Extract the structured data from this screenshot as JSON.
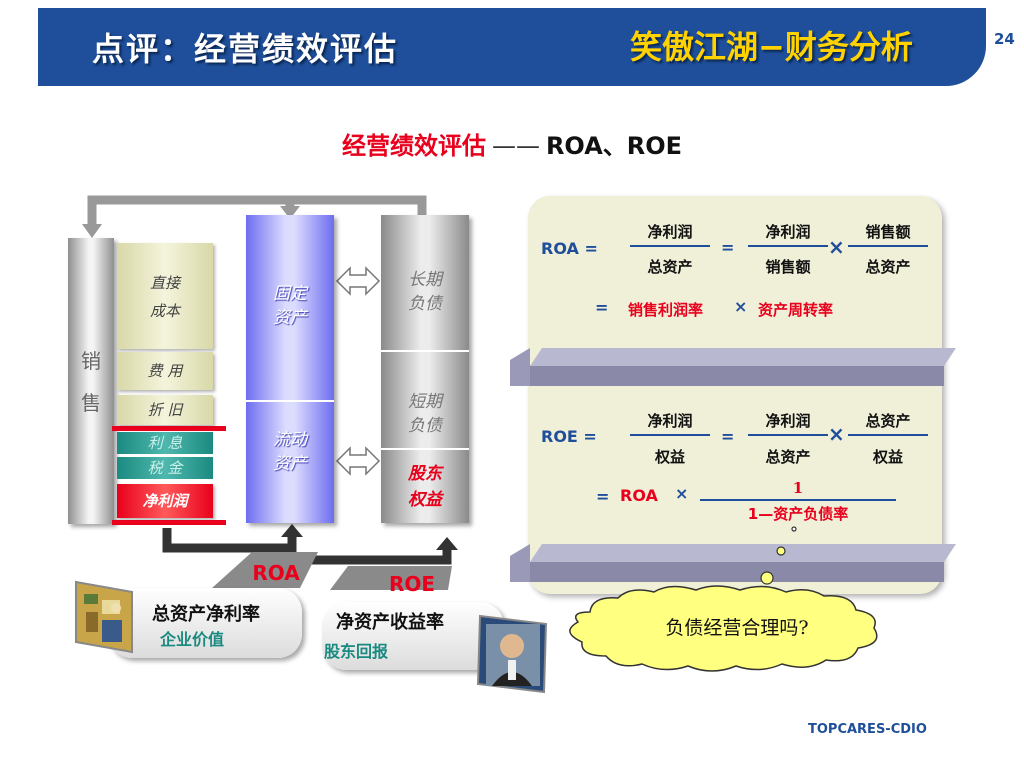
{
  "header": {
    "title": "点评：经营绩效评估",
    "subtitle": "笑傲江湖−财务分析",
    "page_number": "24"
  },
  "main_title": {
    "red": "经营绩效评估",
    "dash": "——",
    "black": "ROA、ROE"
  },
  "left_diagram": {
    "sales_label": [
      "销",
      "售"
    ],
    "costs": {
      "direct_cost": [
        "直接",
        "成本"
      ],
      "expense": "费 用",
      "depreciation": "折 旧",
      "interest": "利 息",
      "tax": "税 金",
      "net_profit": "净利润"
    },
    "assets": {
      "fixed": [
        "固定",
        "资产"
      ],
      "current": [
        "流动",
        "资产"
      ]
    },
    "liabilities": {
      "long_term": [
        "长期",
        "负债"
      ],
      "short_term": [
        "短期",
        "负债"
      ],
      "equity": [
        "股东",
        "权益"
      ]
    },
    "roa_badge": "ROA",
    "roe_badge": "ROE",
    "roa_card": {
      "main": "总资产净利率",
      "sub": "企业价值"
    },
    "roe_card": {
      "main": "净资产收益率",
      "sub": "股东回报"
    }
  },
  "formulas": {
    "roa": {
      "label": "ROA =",
      "f1": {
        "num": "净利润",
        "den": "总资产"
      },
      "eq": "=",
      "f2": {
        "num": "净利润",
        "den": "销售额"
      },
      "times": "×",
      "f3": {
        "num": "销售额",
        "den": "总资产"
      },
      "line2_eq": "=",
      "line2_a": "销售利润率",
      "line2_times": "×",
      "line2_b": "资产周转率"
    },
    "roe": {
      "label": "ROE =",
      "f1": {
        "num": "净利润",
        "den": "权益"
      },
      "eq": "=",
      "f2": {
        "num": "净利润",
        "den": "总资产"
      },
      "times": "×",
      "f3": {
        "num": "总资产",
        "den": "权益"
      },
      "line2_eq": "=",
      "line2_roa": "ROA",
      "line2_times": "×",
      "line2_num": "1",
      "line2_den": "1—资产负债率"
    }
  },
  "cloud": {
    "text": "负债经营合理吗?"
  },
  "footer": {
    "brand": "TOPCARES-CDIO"
  }
}
